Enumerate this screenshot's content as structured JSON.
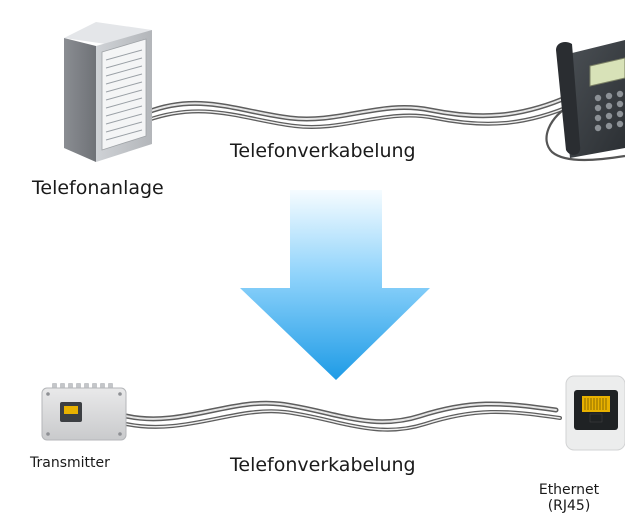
{
  "top_section": {
    "device_left_label": "Telefonanlage",
    "cable_label": "Telefonverkabelung"
  },
  "bottom_section": {
    "device_left_label": "Transmitter",
    "cable_label": "Telefonverkabelung",
    "device_right_label_line1": "Ethernet",
    "device_right_label_line2": "(RJ45)"
  },
  "icons": {
    "pbx": "server-cabinet-icon",
    "phone": "desk-phone-icon",
    "transmitter": "transmitter-box-icon",
    "ethernet": "rj45-port-icon",
    "arrow": "down-arrow-icon"
  },
  "colors": {
    "arrow_top": "#f4fbff",
    "arrow_bottom": "#1e9be6",
    "cable": "#6a6a6a",
    "port_gold": "#e8b100"
  }
}
